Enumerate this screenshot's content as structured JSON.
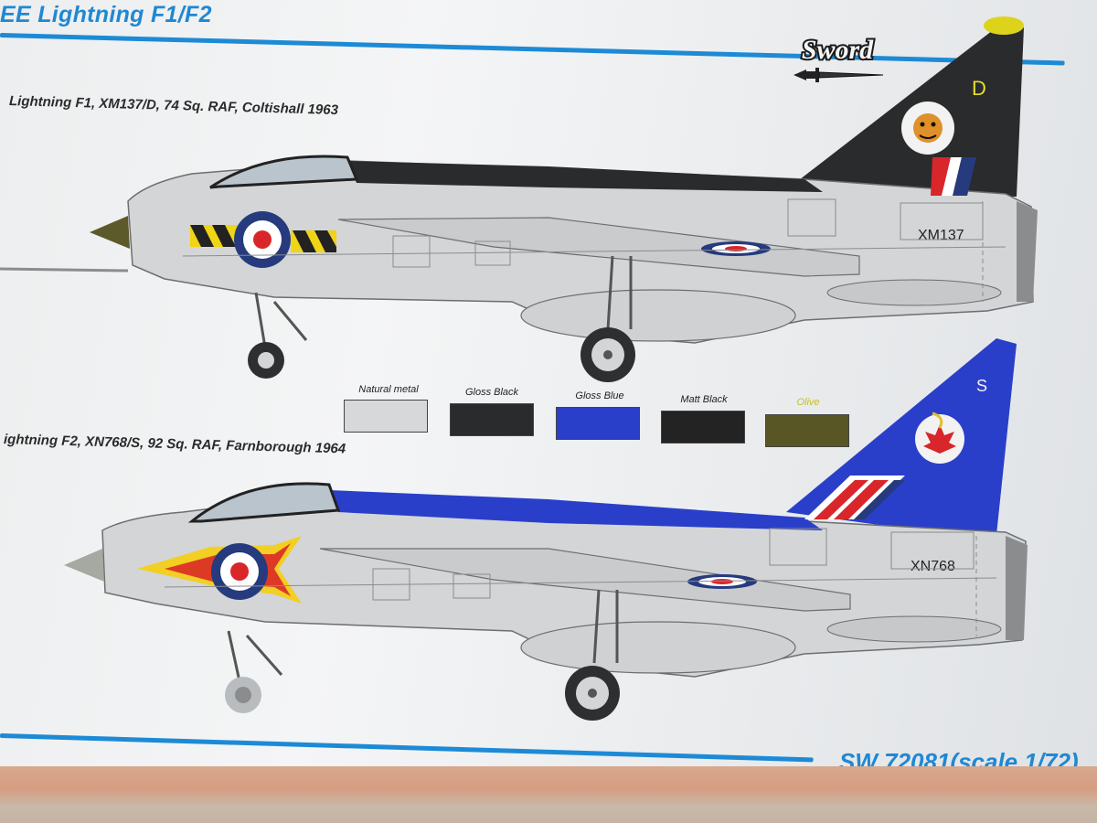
{
  "header": {
    "title": "EE Lightning F1/F2"
  },
  "logo": {
    "text": "Sword"
  },
  "aircraft": [
    {
      "caption": "Lightning F1, XM137/D, 74 Sq. RAF, Coltishall 1963",
      "serial": "XM137",
      "code_letter": "D"
    },
    {
      "caption": "ightning F2, XN768/S, 92 Sq. RAF, Farnborough 1964",
      "serial": "XN768",
      "code_letter": "S"
    }
  ],
  "colors": [
    {
      "label": "Natural metal",
      "hex": "#d6d8d9"
    },
    {
      "label": "Gloss Black",
      "hex": "#2a2b2c"
    },
    {
      "label": "Gloss Blue",
      "hex": "#2a3fc9"
    },
    {
      "label": "Matt Black",
      "hex": "#232324"
    },
    {
      "label": "Olive",
      "hex": "#595626"
    }
  ],
  "footer": {
    "product_code": "SW 72081(scale 1/72)"
  },
  "palette": {
    "accent_blue": "#1f88d3"
  }
}
